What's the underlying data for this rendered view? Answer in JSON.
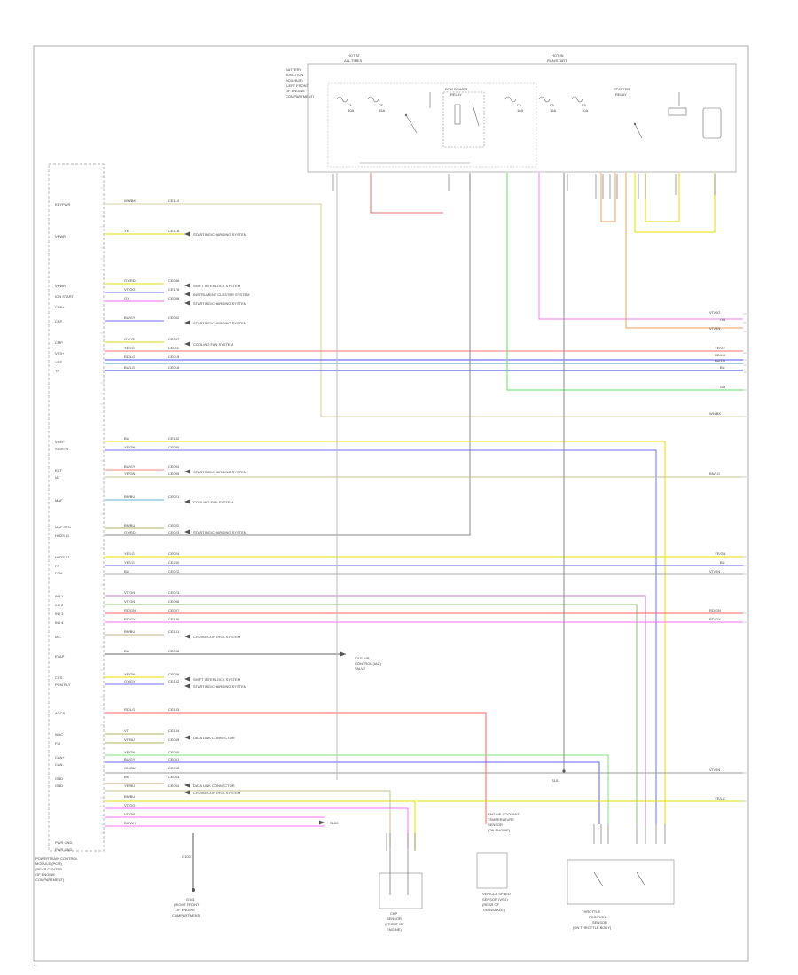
{
  "diagram": {
    "pcm_label_lines": [
      "POWERTRAIN CONTROL",
      "MODULE (PCM)",
      "(REAR CENTER",
      "OF ENGINE",
      "COMPARTMENT)"
    ],
    "relay_box_label_lines": [
      "BATTERY",
      "JUNCTION",
      "BOX (BJB)",
      "(LEFT FRONT",
      "OF ENGINE",
      "COMPARTMENT)"
    ],
    "fuse_header_left": [
      "HOT AT",
      "ALL TIMES"
    ],
    "fuse_header_right": [
      "HOT IN",
      "RUN/START"
    ],
    "pcm_relay_label": [
      "PCM POWER",
      "RELAY"
    ],
    "starter_relay_label": [
      "STARTER",
      "RELAY"
    ],
    "fuses": [
      {
        "id": "F1",
        "value": "40A"
      },
      {
        "id": "F2",
        "value": "15A"
      },
      {
        "id": "F3",
        "value": "10A"
      },
      {
        "id": "F4",
        "value": "15A"
      },
      {
        "id": "F5",
        "value": "10A"
      }
    ],
    "components": [
      {
        "key": "ckp",
        "lines": [
          "CKP",
          "SENSOR",
          "(FRONT OF",
          "ENGINE)"
        ]
      },
      {
        "key": "vss",
        "lines": [
          "VEHICLE SPEED",
          "SENSOR (VSS)",
          "(REAR OF",
          "TRANSAXLE)"
        ]
      },
      {
        "key": "tp",
        "lines": [
          "THROTTLE",
          "POSITION",
          "SENSOR",
          "(ON THROTTLE BODY)"
        ]
      },
      {
        "key": "iac",
        "lines": [
          "IDLE AIR",
          "CONTROL (IAC)",
          "VALVE"
        ]
      },
      {
        "key": "ect",
        "lines": [
          "ENGINE COOLANT",
          "TEMPERATURE",
          "SENSOR",
          "(ON ENGINE)"
        ]
      }
    ],
    "pcm_pin_labels": [
      "KEYPWR",
      "VPWR",
      "VPWR",
      "IGN START",
      "CKP+",
      "CKP-",
      "CMP",
      "VSS+",
      "VSS-",
      "TP",
      "VREF",
      "SIGRTN",
      "ECT",
      "IAT",
      "MAF",
      "MAF RTN",
      "HO2S 11",
      "HO2S 21",
      "FP",
      "FPM",
      "INJ 1",
      "INJ 2",
      "INJ 3",
      "INJ 4",
      "IAC",
      "EVAP",
      "CCS",
      "PCM RLY",
      "ACCS",
      "WAC",
      "FLI",
      "CAN+",
      "CAN-",
      "GND",
      "GND",
      "PWR GND",
      "PWR GND"
    ],
    "wire_code_labels": [
      "WH/BK",
      "YE",
      "GY/RD",
      "VT/OG",
      "GY",
      "BU/GY",
      "GY/YE",
      "YE/LG",
      "RD/LG",
      "BU/LG",
      "BU",
      "YE/GN",
      "BU/GY",
      "YE/GN",
      "BN/BU",
      "BN/BU",
      "GY/RD",
      "YE/LG",
      "YE/LG",
      "BU",
      "VT/GN",
      "VT/GN",
      "RD/GN",
      "RD/GY",
      "BN/BU",
      "BU",
      "YE/GN",
      "GY/GY",
      "RD/LG",
      "VT",
      "VT/BU",
      "YE/GN",
      "BU/GY",
      "GN/BU",
      "BK",
      "YE/BU",
      "BN/BU",
      "VT/OG",
      "VT/GN",
      "BK/WH"
    ],
    "circuit_numbers": [
      "CE114",
      "CE118",
      "CE086",
      "CE176",
      "CE008",
      "CE002",
      "CE057",
      "CE011",
      "CE015",
      "CE016",
      "CE142",
      "CE030",
      "CE094",
      "CE095",
      "CE021",
      "CE022",
      "CE023",
      "CE024",
      "CE250",
      "CE072",
      "CE073",
      "CE096",
      "CE097",
      "CE180",
      "CE181",
      "CE098",
      "CE026",
      "CE182",
      "CE183",
      "CE184",
      "CE059",
      "CE060",
      "CE061",
      "CE062",
      "CE063",
      "CE064"
    ],
    "reference_notes": [
      "STARTING/CHARGING SYSTEM",
      "SHIFT INTERLOCK SYSTEM",
      "INSTRUMENT CLUSTER SYSTEM",
      "STARTING/CHARGING SYSTEM",
      "STARTING/CHARGING SYSTEM",
      "COOLING FAN SYSTEM",
      "STARTING/CHARGING SYSTEM",
      "COOLING FAN SYSTEM",
      "STARTING/CHARGING SYSTEM",
      "CRUISE CONTROL SYSTEM",
      "SHIFT INTERLOCK SYSTEM",
      "STARTING/CHARGING SYSTEM",
      "DATA LINK CONNECTOR",
      "DATA LINK CONNECTOR",
      "CRUISE CONTROL SYSTEM"
    ],
    "ground_labels": [
      "G101",
      "G103"
    ],
    "ground_lines": [
      "(RIGHT FRONT",
      "OF ENGINE",
      "COMPARTMENT)"
    ],
    "splice_labels": [
      "S100",
      "S101",
      "S102"
    ],
    "right_edge_labels": [
      "VT/OG",
      "OG",
      "VT/GN",
      "YE/GY",
      "RD/LG",
      "BU/LG",
      "BU",
      "GN",
      "WH/BK",
      "BN/LG",
      "YE/GN",
      "BU",
      "VT/GN",
      "RD/GN",
      "RD/GY",
      "VT/GN",
      "YE/LG"
    ],
    "page_number": "1"
  }
}
